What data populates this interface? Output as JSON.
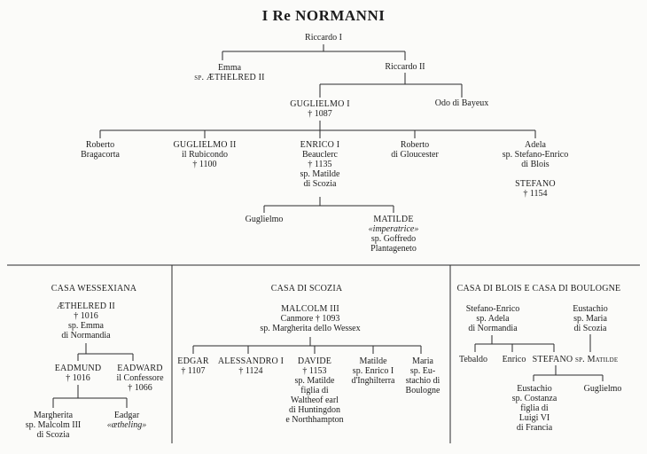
{
  "title": "I Re NORMANNI",
  "main": {
    "riccardo1": "Riccardo I",
    "emma": [
      "Emma",
      "sp. ÆTHELRED II"
    ],
    "riccardo2": "Riccardo II",
    "guglielmo1": [
      "GUGLIELMO I",
      "† 1087"
    ],
    "odo": "Odo di Bayeux",
    "roberto_bragacorta": [
      "Roberto",
      "Bragacorta"
    ],
    "guglielmo2": [
      "GUGLIELMO II",
      "il Rubicondo",
      "† 1100"
    ],
    "enrico1": [
      "ENRICO I",
      "Beauclerc",
      "† 1135",
      "sp. Matilde",
      "di Scozia"
    ],
    "roberto_gloucester": [
      "Roberto",
      "di Gloucester"
    ],
    "adela": [
      "Adela",
      "sp. Stefano-Enrico",
      "di Blois"
    ],
    "stefano": [
      "STEFANO",
      "† 1154"
    ],
    "guglielmo_child": "Guglielmo",
    "matilde_imp": [
      "MATILDE",
      "«imperatrice»",
      "sp. Goffredo",
      "Plantageneto"
    ]
  },
  "wessex": {
    "heading": "CASA WESSEXIANA",
    "aethelred": [
      "ÆTHELRED II",
      "† 1016",
      "sp. Emma",
      "di Normandia"
    ],
    "eadmund": [
      "EADMUND",
      "† 1016"
    ],
    "eadward": [
      "EADWARD",
      "il Confessore",
      "† 1066"
    ],
    "margherita": [
      "Margherita",
      "sp. Malcolm III",
      "di Scozia"
    ],
    "eadgar": [
      "Eadgar",
      "«ætheling»"
    ]
  },
  "scozia": {
    "heading": "CASA DI SCOZIA",
    "malcolm": [
      "MALCOLM III",
      "Canmore † 1093",
      "sp. Margherita dello Wessex"
    ],
    "edgar": [
      "EDGAR",
      "† 1107"
    ],
    "alessandro": [
      "ALESSANDRO I",
      "† 1124"
    ],
    "davide": [
      "DAVIDE",
      "† 1153",
      "sp. Matilde",
      "figlia di",
      "Waltheof earl",
      "di Huntingdon",
      "e Northhampton"
    ],
    "matilde": [
      "Matilde",
      "sp. Enrico I",
      "d'Inghilterra"
    ],
    "maria": [
      "Maria",
      "sp. Eu-",
      "stachio di",
      "Boulogne"
    ]
  },
  "blois": {
    "heading": "CASA DI BLOIS E CASA DI BOULOGNE",
    "stefano_enrico": [
      "Stefano-Enrico",
      "sp. Adela",
      "di Normandia"
    ],
    "eustachio": [
      "Eustachio",
      "sp. Maria",
      "di Scozia"
    ],
    "tebaldo": "Tebaldo",
    "enrico": "Enrico",
    "stefano_line": "STEFANO sp. Matilde",
    "eustachio2": [
      "Eustachio",
      "sp. Costanza",
      "figlia di",
      "Luigi VI",
      "di Francia"
    ],
    "guglielmo": "Guglielmo"
  }
}
